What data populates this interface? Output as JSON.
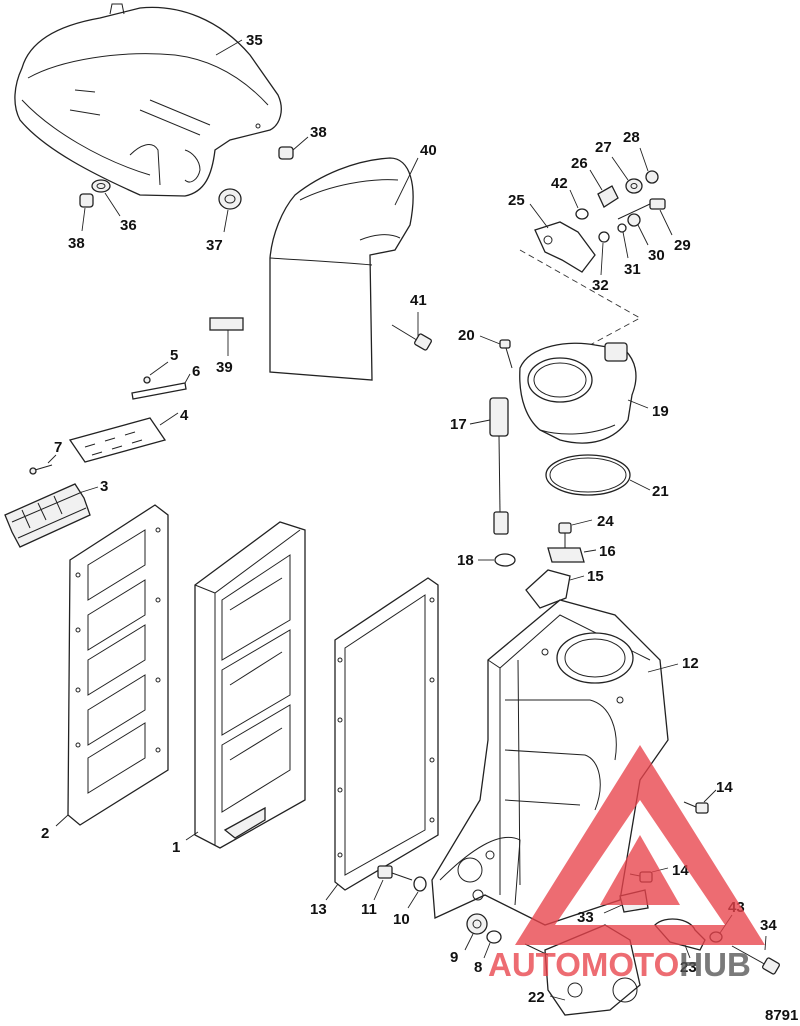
{
  "figure": {
    "id": "8791"
  },
  "watermark": {
    "brand_primary": "AUTOMOTO",
    "brand_secondary": "HUB",
    "primary_color": "#e8434b",
    "secondary_color": "#555555"
  },
  "callouts": {
    "c35": "35",
    "c38a": "38",
    "c38b": "38",
    "c36": "36",
    "c37": "37",
    "c40": "40",
    "c28": "28",
    "c27": "27",
    "c26": "26",
    "c42a": "42",
    "c25": "25",
    "c29": "29",
    "c30": "30",
    "c31": "31",
    "c32": "32",
    "c41": "41",
    "c20": "20",
    "c39": "39",
    "c5": "5",
    "c6": "6",
    "c4": "4",
    "c7": "7",
    "c3": "3",
    "c19": "19",
    "c17": "17",
    "c21": "21",
    "c24": "24",
    "c16": "16",
    "c18": "18",
    "c15": "15",
    "c12": "12",
    "c14a": "14",
    "c14b": "14",
    "c2": "2",
    "c1": "1",
    "c13": "13",
    "c11": "11",
    "c10": "10",
    "c9": "9",
    "c8": "8",
    "c33": "33",
    "c43": "43",
    "c34": "34",
    "c23": "23",
    "c22": "22"
  }
}
